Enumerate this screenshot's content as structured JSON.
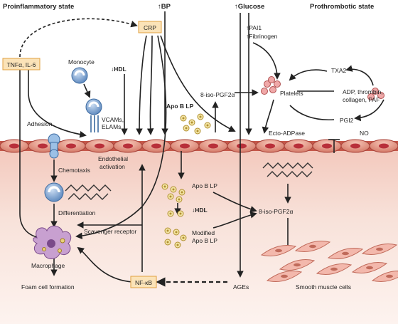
{
  "headers": {
    "proinflammatory": "Proinflammatory state",
    "bp": "↑BP",
    "glucose": "↑Glucose",
    "prothrombotic": "Prothrombotic state"
  },
  "boxes": {
    "crp": "CRP",
    "tnf": "TNFα, IL-6",
    "nfkb": "NF-κB"
  },
  "labels": {
    "monocyte": "Monocyte",
    "hdl_top": "↓HDL",
    "vcams": "VCAMs,",
    "elams": "ELAMs",
    "adhesion": "Adhesion",
    "endothelial": "Endothelial",
    "activation": "activation",
    "chemotaxis": "Chemotaxis",
    "differentiation": "Differentiation",
    "scavenger": "Scavenger receptor",
    "macrophage": "Macrophage",
    "foam": "Foam cell formation",
    "apob_top": "Apo B LP",
    "apob_mid": "Apo B LP",
    "hdl_mid": "↓HDL",
    "modified": "Modified",
    "apob_low": "Apo B LP",
    "pai1": "↑PAI1",
    "fibrinogen": "↑Fibrinogen",
    "iso_top": "8-iso-PGF2α",
    "iso_low": "8-iso-PGF2α",
    "platelets": "Platelets",
    "txa2": "TXA2",
    "adp1": "ADP, thrombin,",
    "adp2": "collagen, PAF",
    "pgi2": "PGI2",
    "no": "NO",
    "ecto": "Ecto-ADPase",
    "ages": "AGEs",
    "smc": "Smooth muscle cells"
  },
  "colors": {
    "box_fill": "#fbe3b8",
    "box_border": "#e0a040",
    "endothelium": "#d77a6a",
    "nucleus": "#b8303a",
    "subintima": "#f6d8ce",
    "monocyte": "#5a86bd",
    "macrophage": "#b68cc0",
    "ldl": "#e8d07a",
    "platelet": "#e89a9a",
    "smc": "#f0b0a4",
    "arrow": "#222222"
  }
}
